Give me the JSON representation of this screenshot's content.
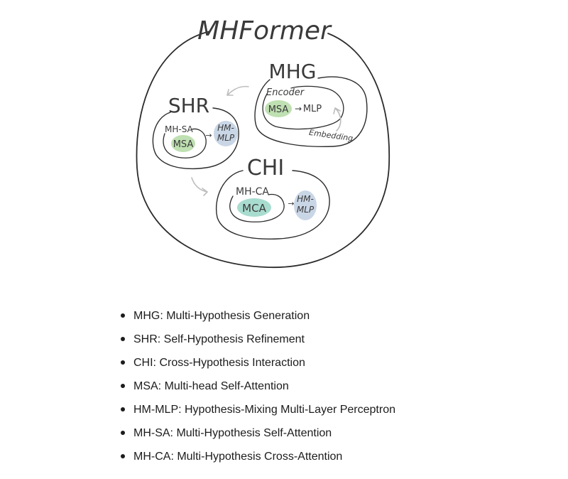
{
  "diagram": {
    "title": "MHFormer",
    "mhg": {
      "title": "MHG",
      "encoder": "Encoder",
      "msa": "MSA",
      "arrow": "→",
      "mlp": "MLP",
      "embedding": "Embedding"
    },
    "shr": {
      "title": "SHR",
      "mhsa": "MH-SA",
      "msa": "MSA",
      "arrow": "→",
      "hm": "HM-",
      "mlp": "MLP"
    },
    "chi": {
      "title": "CHI",
      "mhca": "MH-CA",
      "mca": "MCA",
      "arrow": "→",
      "hm": "HM-",
      "mlp": "MLP"
    },
    "colors": {
      "green": "#bfe0b2",
      "blue": "#c9d6e6",
      "teal": "#a8dccf"
    }
  },
  "legend": [
    "MHG: Multi-Hypothesis Generation",
    "SHR: Self-Hypothesis Refinement",
    "CHI: Cross-Hypothesis Interaction",
    "MSA: Multi-head Self-Attention",
    "HM-MLP: Hypothesis-Mixing Multi-Layer Perceptron",
    "MH-SA: Multi-Hypothesis Self-Attention",
    "MH-CA: Multi-Hypothesis Cross-Attention"
  ]
}
